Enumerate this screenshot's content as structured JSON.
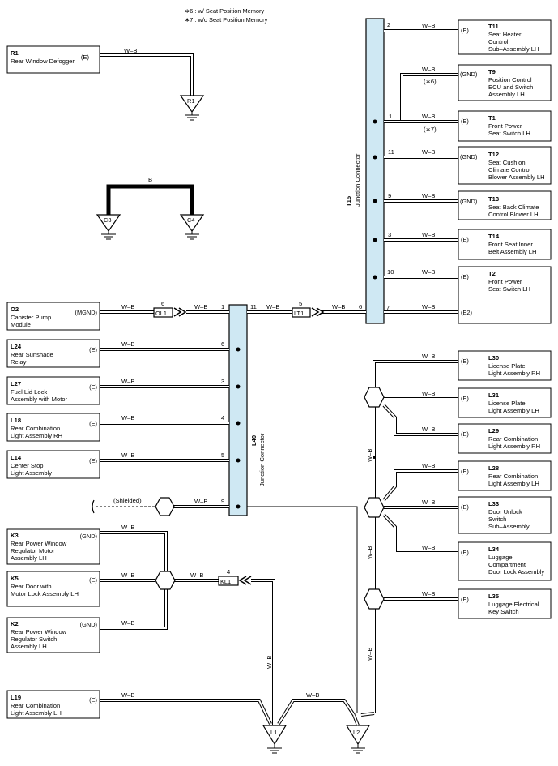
{
  "notes": [
    "∗6 : w/ Seat Position Memory",
    "∗7 : w/o Seat Position Memory"
  ],
  "wire_color": "W–B",
  "wire_color_black": "B",
  "junction_t15": {
    "code": "T15",
    "name": "Junction Connector"
  },
  "junction_l40": {
    "code": "L40",
    "name": "Junction Connector"
  },
  "components": {
    "r1": {
      "code": "R1",
      "lines": [
        "Rear Window Defogger"
      ],
      "pin": "(E)"
    },
    "t11": {
      "code": "T11",
      "lines": [
        "Seat Heater",
        "Control",
        "Sub–Assembly LH"
      ],
      "pin": "(E)"
    },
    "t9": {
      "code": "T9",
      "lines": [
        "Position Control",
        "ECU and Switch",
        "Assembly LH"
      ],
      "pin": "(GND)"
    },
    "t1": {
      "code": "T1",
      "lines": [
        "Front Power",
        "Seat Switch LH"
      ],
      "pin": "(E)"
    },
    "t12": {
      "code": "T12",
      "lines": [
        "Seat Cushion",
        "Climate Control",
        "Blower Assembly LH"
      ],
      "pin": "(GND)"
    },
    "t13": {
      "code": "T13",
      "lines": [
        "Seat Back Climate",
        "Control Blower LH"
      ],
      "pin": "(GND)"
    },
    "t14": {
      "code": "T14",
      "lines": [
        "Front Seat Inner",
        "Belt Assembly LH"
      ],
      "pin": "(E)"
    },
    "t2": {
      "code": "T2",
      "lines": [
        "Front Power",
        "Seat Switch LH"
      ],
      "pin": "(E)",
      "pin2": "(E2)"
    },
    "o2": {
      "code": "O2",
      "lines": [
        "Canister Pump",
        "Module"
      ],
      "pin": "(MGND)"
    },
    "l24": {
      "code": "L24",
      "lines": [
        "Rear Sunshade",
        "Relay"
      ],
      "pin": "(E)"
    },
    "l27": {
      "code": "L27",
      "lines": [
        "Fuel Lid Lock",
        "Assembly with Motor"
      ],
      "pin": "(E)"
    },
    "l18": {
      "code": "L18",
      "lines": [
        "Rear Combination",
        "Light Assembly RH"
      ],
      "pin": "(E)"
    },
    "l14": {
      "code": "L14",
      "lines": [
        "Center Stop",
        "Light Assembly"
      ],
      "pin": "(E)"
    },
    "k3": {
      "code": "K3",
      "lines": [
        "Rear Power Window",
        "Regulator Motor",
        "Assembly LH"
      ],
      "pin": "(GND)"
    },
    "k5": {
      "code": "K5",
      "lines": [
        "Rear Door with",
        "Motor Lock Assembly LH"
      ],
      "pin": "(E)"
    },
    "k2": {
      "code": "K2",
      "lines": [
        "Rear Power Window",
        "Regulator Switch",
        "Assembly LH"
      ],
      "pin": "(GND)"
    },
    "l19": {
      "code": "L19",
      "lines": [
        "Rear Combination",
        "Light Assembly LH"
      ],
      "pin": "(E)"
    },
    "l30": {
      "code": "L30",
      "lines": [
        "License Plate",
        "Light Assembly RH"
      ],
      "pin": "(E)"
    },
    "l31": {
      "code": "L31",
      "lines": [
        "License Plate",
        "Light Assembly LH"
      ],
      "pin": "(E)"
    },
    "l29": {
      "code": "L29",
      "lines": [
        "Rear Combination",
        "Light Assembly RH"
      ],
      "pin": "(E)"
    },
    "l28": {
      "code": "L28",
      "lines": [
        "Rear Combination",
        "Light Assembly LH"
      ],
      "pin": "(E)"
    },
    "l33": {
      "code": "L33",
      "lines": [
        "Door Unlock",
        "Switch",
        "Sub–Assembly"
      ],
      "pin": "(E)"
    },
    "l34": {
      "code": "L34",
      "lines": [
        "Luggage",
        "Compartment",
        "Door Lock Assembly"
      ],
      "pin": "(E)"
    },
    "l35": {
      "code": "L35",
      "lines": [
        "Luggage Electrical",
        "Key Switch"
      ],
      "pin": "(E)"
    }
  },
  "grounds": {
    "r1": "R1",
    "c3": "C3",
    "c4": "C4",
    "l1": "L1",
    "l2": "L2"
  },
  "connectors": {
    "ol1": "OL1",
    "lt1": "LT1",
    "kl1": "KL1"
  },
  "conn_pins": {
    "ol1": "6",
    "lt1": "5",
    "kl1": "4"
  },
  "t15_pins": {
    "t11": "2",
    "t1": "1",
    "t12": "11",
    "t13": "9",
    "t14": "3",
    "t2": "10",
    "l40": "6",
    "t2b": "7"
  },
  "l40_pins": {
    "o2": "1",
    "t15": "11",
    "l24": "6",
    "l27": "3",
    "l18": "4",
    "l14": "5",
    "shield": "9"
  },
  "variant_marks": {
    "t9": "(∗6)",
    "t1": "(∗7)"
  },
  "shielded": "(Shielded)"
}
